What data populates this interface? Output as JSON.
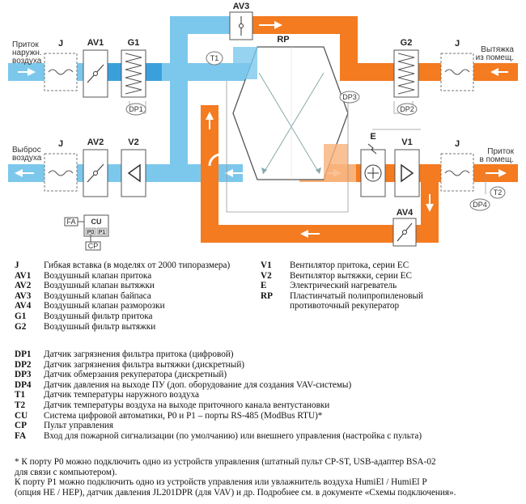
{
  "diagram": {
    "inputs": {
      "outdoor_intake": "Приток наружн. воздуха",
      "exhaust_from_room": "Вытяжка из помещ.",
      "exhaust_out": "Выброс воздуха",
      "supply_to_room": "Приток в помещ."
    },
    "components": {
      "j": "J",
      "av1": "AV1",
      "av2": "AV2",
      "av3": "AV3",
      "av4": "AV4",
      "g1": "G1",
      "g2": "G2",
      "rp": "RP",
      "v1": "V1",
      "v2": "V2",
      "e": "E",
      "cu": "CU",
      "fa": "FA",
      "cp": "CP",
      "p0": "P0",
      "p1": "P1"
    },
    "sensors": {
      "t1": "T1",
      "t2": "T2",
      "dp1": "DP1",
      "dp2": "DP2",
      "dp3": "DP3",
      "dp4": "DP4"
    },
    "colors": {
      "cold": "#7cc8ec",
      "cold_dark": "#3aa0dc",
      "warm": "#f47b20",
      "warm_light": "#f9b27a"
    }
  },
  "legend_left": [
    {
      "code": "J",
      "text": "Гибкая вставка (в моделях от 2000 типоразмера)"
    },
    {
      "code": "AV1",
      "text": "Воздушный клапан притока"
    },
    {
      "code": "AV2",
      "text": "Воздушный клапан вытяжки"
    },
    {
      "code": "AV3",
      "text": "Воздушный клапан байпаса"
    },
    {
      "code": "AV4",
      "text": "Воздушный клапан разморозки"
    },
    {
      "code": "G1",
      "text": "Воздушный фильтр притока"
    },
    {
      "code": "G2",
      "text": "Воздушный фильтр вытяжки"
    }
  ],
  "legend_right": [
    {
      "code": "V1",
      "text": "Вентилятор притока, серии EC"
    },
    {
      "code": "V2",
      "text": "Вентилятор вытяжки, серии EC"
    },
    {
      "code": "E",
      "text": "Электрический нагреватель"
    },
    {
      "code": "RP",
      "text": "Пластинчатый полипропиленовый"
    },
    {
      "code": "",
      "text": "противоточный рекуператор"
    }
  ],
  "legend_sensors": [
    {
      "code": "DP1",
      "text": "Датчик загрязнения фильтра притока (цифровой)"
    },
    {
      "code": "DP2",
      "text": "Датчик загрязнения фильтра вытяжки (дискретный)"
    },
    {
      "code": "DP3",
      "text": "Датчик обмерзания рекуператора (дискретный)"
    },
    {
      "code": "DP4",
      "text": "Датчик давления на выходе ПУ (доп. оборудование для создания VAV-системы)"
    },
    {
      "code": "T1",
      "text": "Датчик температуры наружного воздуха"
    },
    {
      "code": "T2",
      "text": "Датчик температуры воздуха на выходе приточного канала вентустановки"
    },
    {
      "code": "CU",
      "text": "Система цифровой автоматики, P0 и P1 – порты RS-485 (ModBus RTU)*"
    },
    {
      "code": "CP",
      "text": "Пульт управления"
    },
    {
      "code": "FA",
      "text": "Вход для пожарной сигнализации (по умолчанию) или внешнего управления (настройка с пульта)"
    }
  ],
  "notes": [
    "* К порту P0 можно подключить одно из устройств управления (штатный пульт CP-ST, USB-адаптер BSA-02",
    "  для связи с компьютером).",
    "  К порту P1 можно подключить одно из устройств управления или увлажнитель воздуха HumiEl /  HumiEl P",
    "  (опция HE / HEP), датчик давления JL201DPR (для VAV) и др. Подробнее см. в документе «Схемы подключения»."
  ]
}
